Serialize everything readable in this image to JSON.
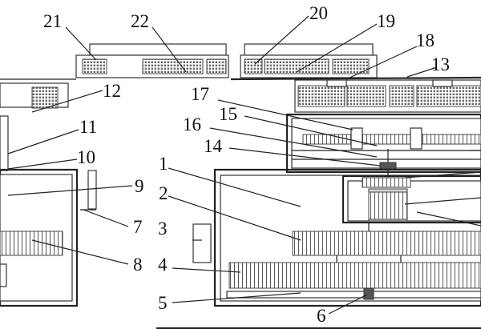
{
  "figure": {
    "labels": [
      "1",
      "2",
      "3",
      "4",
      "5",
      "6",
      "7",
      "8",
      "9",
      "10",
      "11",
      "12",
      "13",
      "14",
      "15",
      "16",
      "17",
      "18",
      "19",
      "20",
      "21",
      "22"
    ]
  },
  "colors": {
    "line": "#222222",
    "hatch": "#444444",
    "fill": "#d6d6d6",
    "background": "#ffffff"
  }
}
